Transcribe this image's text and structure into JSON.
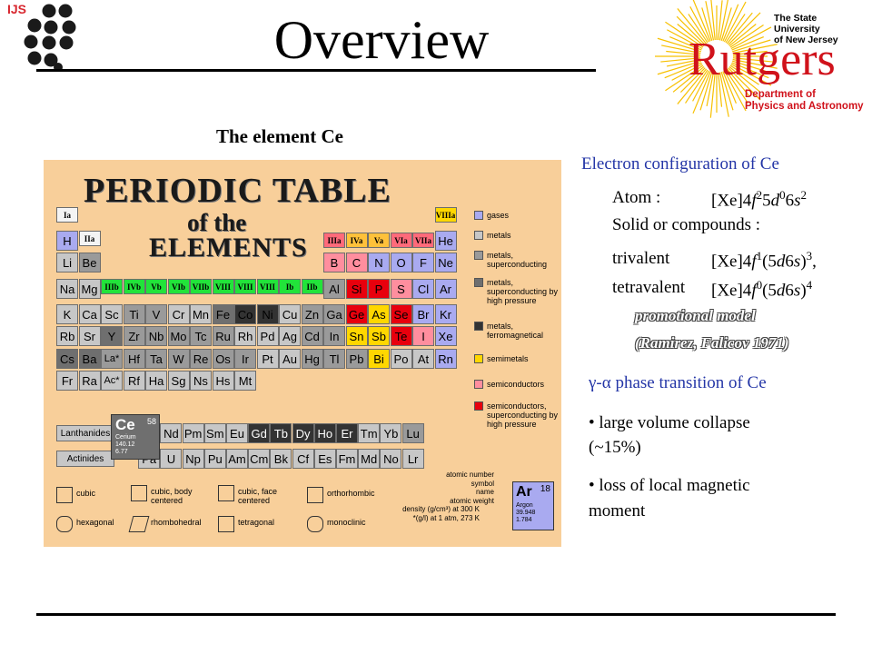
{
  "header": {
    "ijs": "IJS",
    "title": "Overview",
    "element_label": "The element Ce"
  },
  "rutgers": {
    "university_line1": "The State University",
    "university_line2": "of New Jersey",
    "name": "Rutgers",
    "dept_line1": "Department of",
    "dept_line2": "Physics and Astronomy",
    "brand_color": "#d0121b"
  },
  "periodic_table": {
    "title": "PERIODIC TABLE",
    "subtitle": "of the",
    "title2": "ELEMENTS",
    "group_labels": [
      "Ia",
      "IIa",
      "IIIb",
      "IVb",
      "Vb",
      "VIb",
      "VIIb",
      "VIII",
      "VIII",
      "VIII",
      "Ib",
      "IIb",
      "IIIa",
      "IVa",
      "Va",
      "VIa",
      "VIIa",
      "VIIIa"
    ],
    "lanthanides_label": "Lanthanides",
    "actinides_label": "Actinides",
    "ce_symbol": "Ce",
    "ce_number": "58",
    "ce_name": "Cerium",
    "ce_weight": "140.12",
    "ce_density": "6.77",
    "ar_symbol": "Ar",
    "ar_number": "18",
    "ar_name": "Argon",
    "ar_weight": "39.948",
    "ar_density": "1.784",
    "legend": [
      "gases",
      "metals",
      "metals, superconducting",
      "metals, superconducting by high pressure",
      "metals, ferromagnetical",
      "semimetals",
      "semiconductors",
      "semiconductors, superconducting by high pressure"
    ],
    "key_labels": [
      "atomic number",
      "symbol",
      "name",
      "atomic weight",
      "density (g/cm³) at 300 K",
      "*(g/l) at 1 atm, 273 K"
    ],
    "crystal": [
      "cubic",
      "cubic, body centered",
      "cubic, face centered",
      "orthorhombic",
      "hexagonal",
      "rhombohedral",
      "tetragonal",
      "monoclinic"
    ]
  },
  "config": {
    "heading": "Electron configuration of Ce",
    "atom_label": "Atom :",
    "solid_label": "Solid or compounds :",
    "trivalent_label": "trivalent",
    "tetravalent_label": "tetravalent",
    "promo1": "promotional model",
    "promo2": "(Ramirez, Falicov 1971)"
  },
  "transition": {
    "heading_rest": "-α phase transition of Ce",
    "bullet1_line1": "• large volume collapse",
    "bullet1_line2": "(~15%)",
    "bullet2_line1": "• loss of local magnetic",
    "bullet2_line2": "moment"
  },
  "colors": {
    "text_blue": "#2436a7",
    "panel": "#f8cf9a",
    "gas": "#a9aaf0",
    "metal": "#c7c7c7",
    "metal_sc": "#9a9a9a",
    "metal_hp": "#6f6f6f",
    "ferro": "#333333",
    "semimetal": "#ffd700",
    "semiconductor": "#ff8e9e",
    "semi_sc": "#e8000d",
    "group_green": "#22e33a"
  }
}
